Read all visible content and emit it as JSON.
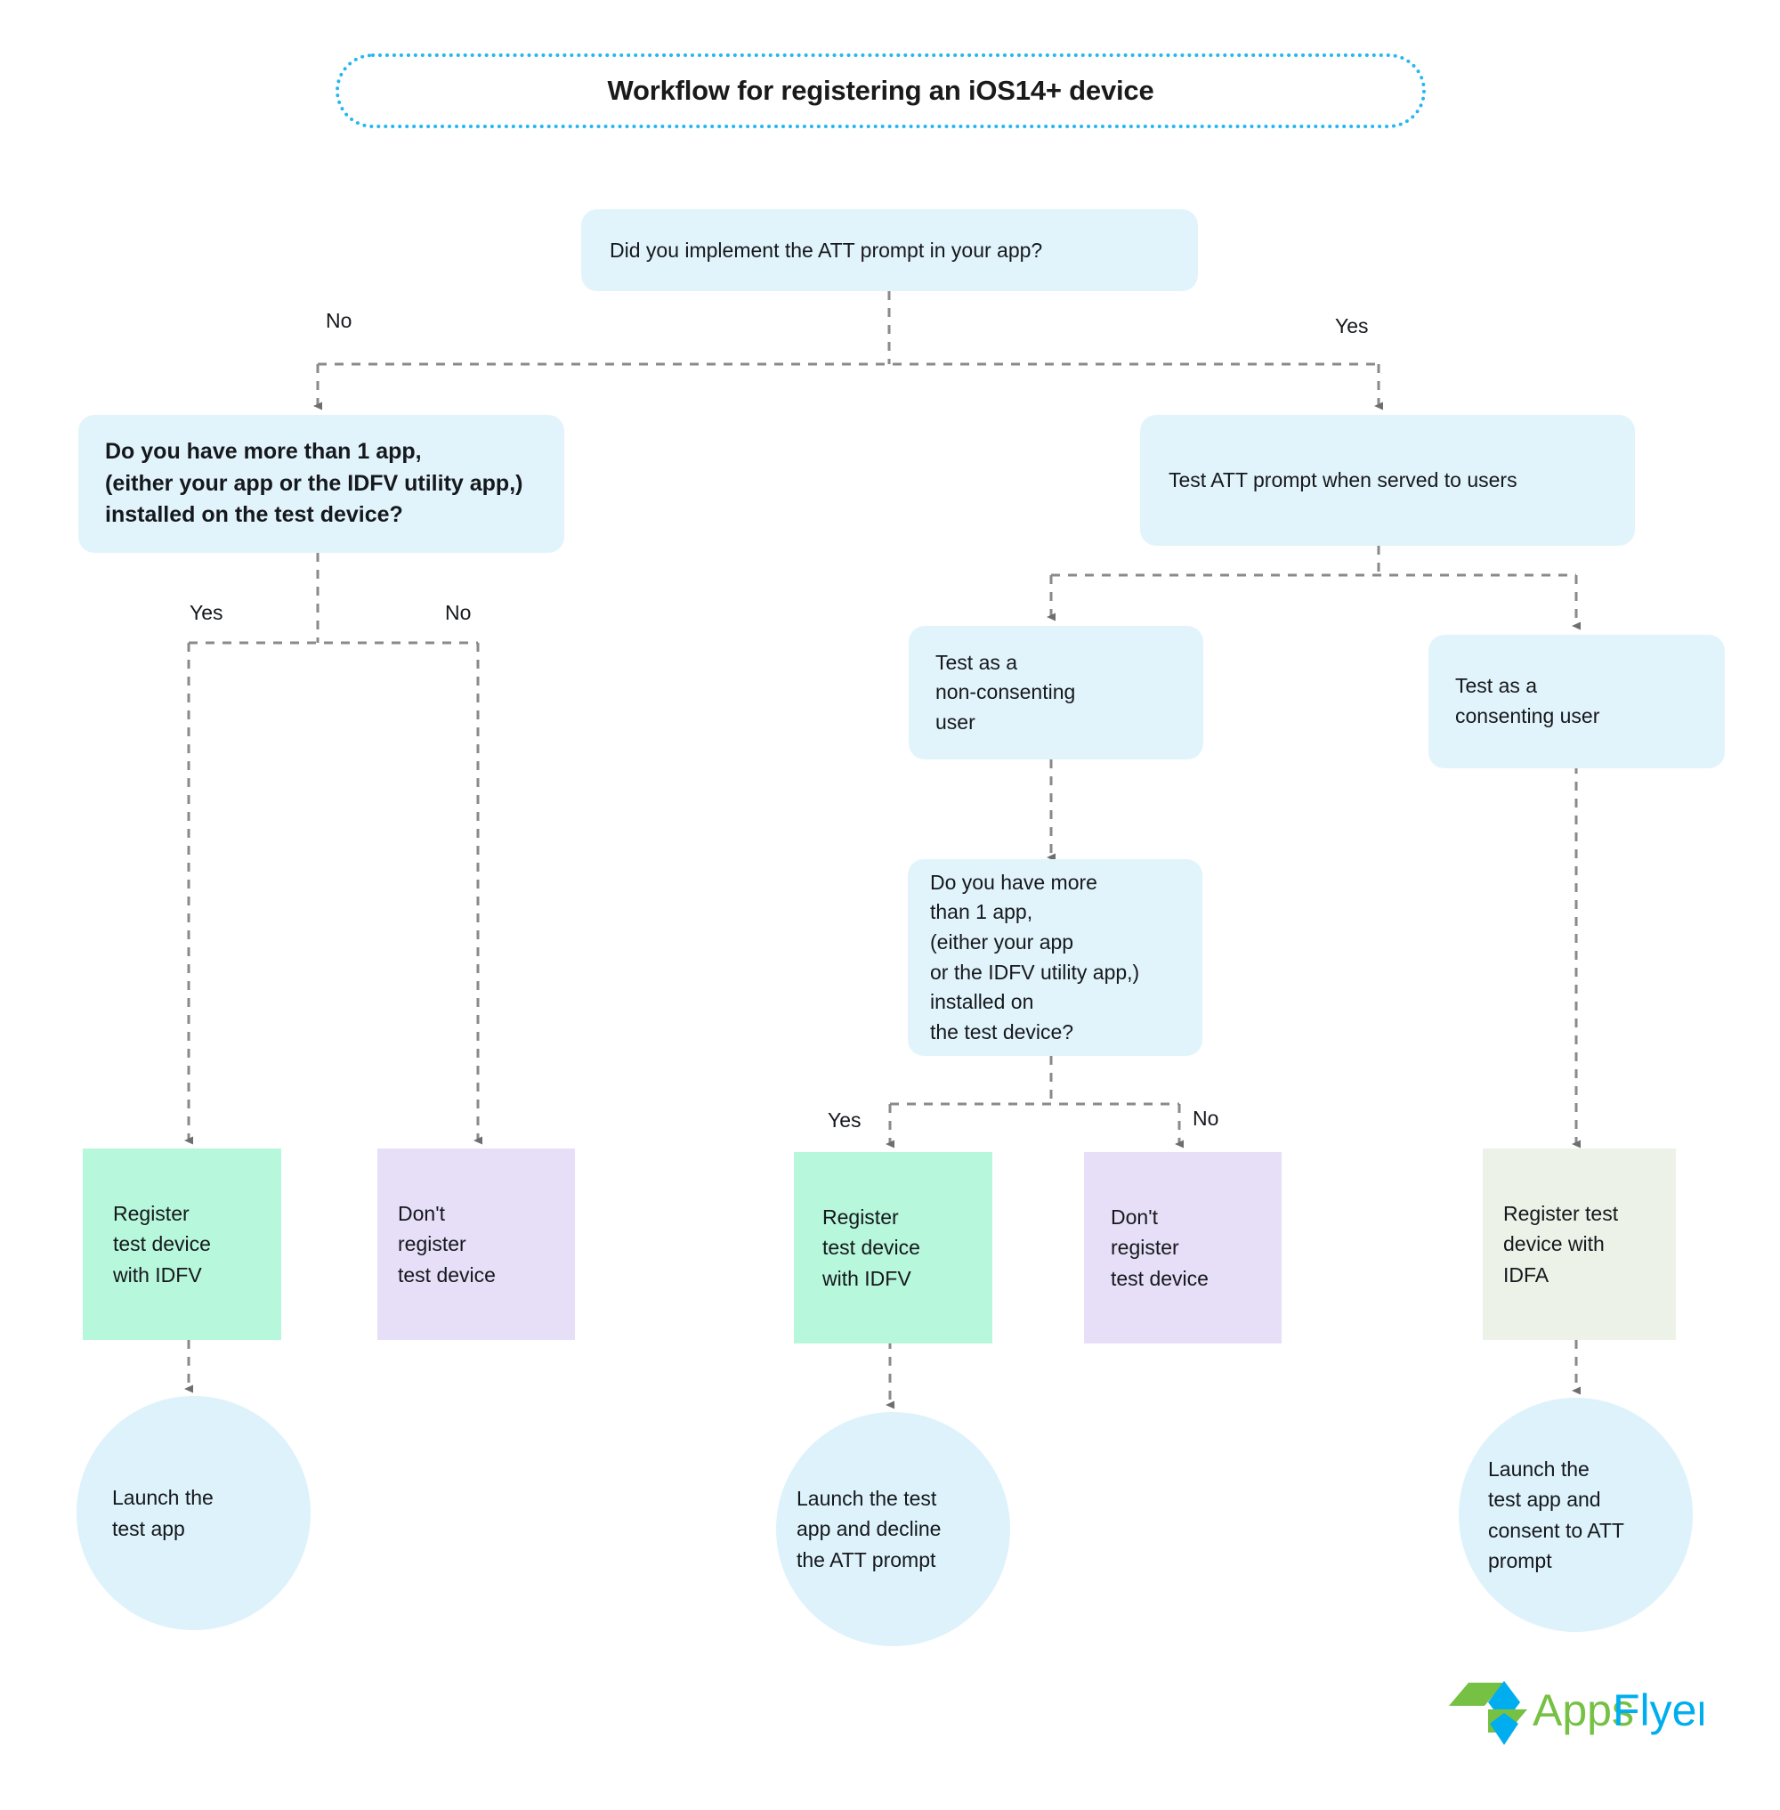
{
  "title": {
    "text": "Workflow for registering an iOS14+ device",
    "border_color": "#23B7F0"
  },
  "palette": {
    "question_fill": "#E2F4FB",
    "circle_fill": "#DDF2FB",
    "register_idfv_fill": "#B7F7DC",
    "dont_register_fill": "#E7DFF8",
    "register_idfa_fill": "#EDF2E8",
    "connector": "#8A8A8A",
    "text": "#15181C"
  },
  "nodes": {
    "root_question": "Did you implement the ATT prompt in your app?",
    "left_question": "Do you have more than 1 app,\n(either your app or the IDFV utility app,)\ninstalled on the test device?",
    "right_action": "Test ATT prompt when served to users",
    "non_consenting": "Test as a\nnon-consenting\nuser",
    "consenting": "Test as a\nconsenting user",
    "mid_question": "Do you have more\nthan 1 app,\n(either your app\nor the IDFV utility app,)\ninstalled on\nthe test device?",
    "left_register": "Register\ntest device\nwith IDFV",
    "left_dont_register": "Don't\nregister\ntest device",
    "mid_register": "Register\ntest device\nwith IDFV",
    "mid_dont_register": "Don't\nregister\ntest device",
    "right_register_idfa": "Register test\ndevice with\nIDFA",
    "left_launch": "Launch the\ntest app",
    "mid_launch": "Launch the test\napp and decline\nthe ATT prompt",
    "right_launch": "Launch the\ntest app and\nconsent to ATT\nprompt"
  },
  "edge_labels": {
    "root_no": "No",
    "root_yes": "Yes",
    "left_yes": "Yes",
    "left_no": "No",
    "mid_yes": "Yes",
    "mid_no": "No"
  },
  "logo": {
    "word_apps": "Apps",
    "word_flyer": "Flyer",
    "green": "#76C043",
    "cyan": "#00AEEF"
  }
}
